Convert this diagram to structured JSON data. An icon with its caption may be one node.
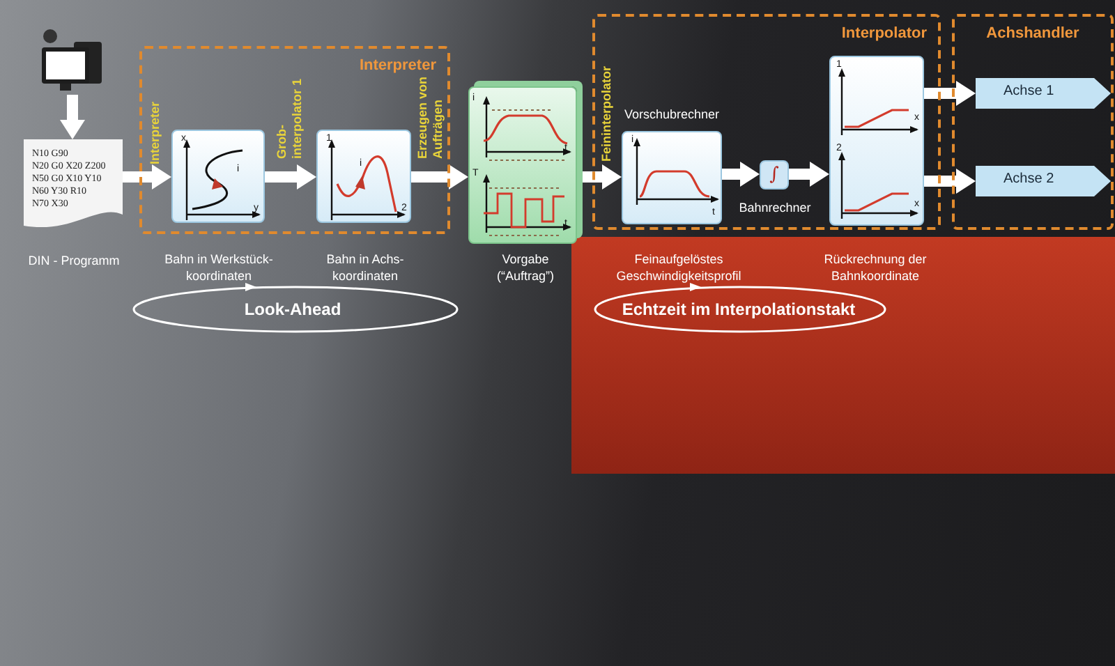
{
  "diagram": {
    "nodes": [
      {
        "text": [
          "Interpreter"
        ]
      },
      {
        "text": [
          "Interpolator"
        ]
      },
      {
        "text": [
          "Achshandler"
        ]
      },
      {
        "text": [],
        "shape": "picture"
      },
      {
        "text": [
          "N10 G90",
          "N20 G0 X20 Z200",
          "N50 G0 X10 Y10",
          "N60 Y30 R10",
          "N70 X30"
        ],
        "beside": [
          "DIN - Programm"
        ]
      },
      {
        "text": [
          "x",
          "i",
          "y"
        ],
        "in": 0,
        "beside": [
          "Bahn in Werkstück-koordinaten"
        ]
      },
      {
        "text": [
          "1",
          "i",
          "2"
        ],
        "in": 0,
        "beside": [
          "Bahn in Achs-koordinaten"
        ]
      },
      {
        "text": [
          "i",
          "t",
          "T",
          "t"
        ],
        "beside": [
          "Vorgabe (“Auftrag”)"
        ]
      },
      {
        "text": [
          "Vorschubrechner",
          "i",
          "t"
        ],
        "in": 1,
        "beside": [
          "Feinaufgelöstes Geschwindigkeitsprofil"
        ]
      },
      {
        "text": [
          "∫"
        ],
        "in": 1,
        "beside": [
          "Bahnrechner"
        ]
      },
      {
        "text": [
          "1",
          "x",
          "2",
          "x"
        ],
        "in": 1,
        "beside": [
          "Rückrechnung der Bahnkoordinate"
        ]
      },
      {
        "text": [
          "Achse 1"
        ],
        "in": 2
      },
      {
        "text": [
          "Achse 2"
        ],
        "in": 2
      }
    ],
    "edges": [
      {
        "from": 3,
        "to": 4,
        "arrow": "to"
      },
      {
        "from": 4,
        "to": 5,
        "arrow": "to",
        "label": "Interpreter"
      },
      {
        "from": 5,
        "to": 6,
        "arrow": "to",
        "label": "Grob-interpolator 1"
      },
      {
        "from": 6,
        "to": 7,
        "arrow": "to",
        "label": "Erzeugen von Aufträgen"
      },
      {
        "from": 7,
        "to": 8,
        "arrow": "to",
        "label": "Feininterpolator"
      },
      {
        "from": 8,
        "to": 9,
        "arrow": "to"
      },
      {
        "from": 9,
        "to": 10,
        "arrow": "to"
      },
      {
        "from": 10,
        "to": 11,
        "arrow": "to"
      },
      {
        "from": 10,
        "to": 12,
        "arrow": "to"
      }
    ],
    "labels": [
      "Look-Ahead",
      "Echtzeit im Interpolationstakt"
    ]
  }
}
